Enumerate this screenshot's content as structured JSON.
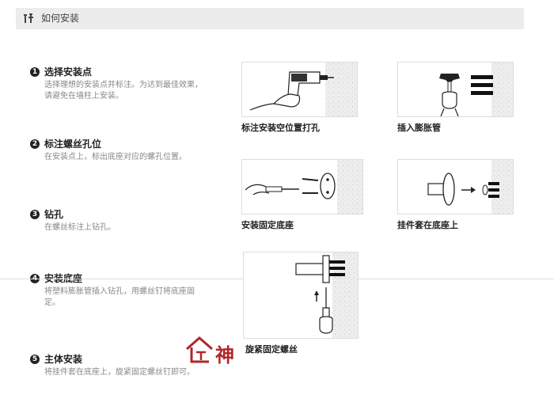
{
  "header": {
    "title": "如何安装",
    "icon": "tools-icon"
  },
  "steps": [
    {
      "num": "1",
      "title": "选择安装点",
      "desc": "选择理想的安装点并标注。为达到最佳效果，请避免在墙柱上安装。"
    },
    {
      "num": "2",
      "title": "标注螺丝孔位",
      "desc": "在安装点上，标出底座对应的螺孔位置。"
    },
    {
      "num": "3",
      "title": "钻孔",
      "desc": "在螺丝标注上钻孔。"
    },
    {
      "num": "4",
      "title": "安装底座",
      "desc": "将塑料膨胀管插入钻孔，用螺丝钉将底座固定。"
    },
    {
      "num": "5",
      "title": "主体安装",
      "desc": "将挂件套在底座上，旋紧固定螺丝钉即可。"
    }
  ],
  "illustrations": [
    {
      "caption": "标注安装空位置打孔",
      "icon": "drill-icon"
    },
    {
      "caption": "插入膨胀管",
      "icon": "hammer-icon"
    },
    {
      "caption": "安装固定底座",
      "icon": "screwdriver-icon"
    },
    {
      "caption": "挂件套在底座上",
      "icon": "bracket-mount-icon"
    },
    {
      "caption": "旋紧固定螺丝",
      "icon": "tighten-screw-icon"
    }
  ],
  "watermark": {
    "text": "宅神",
    "color": "#b0262a"
  }
}
